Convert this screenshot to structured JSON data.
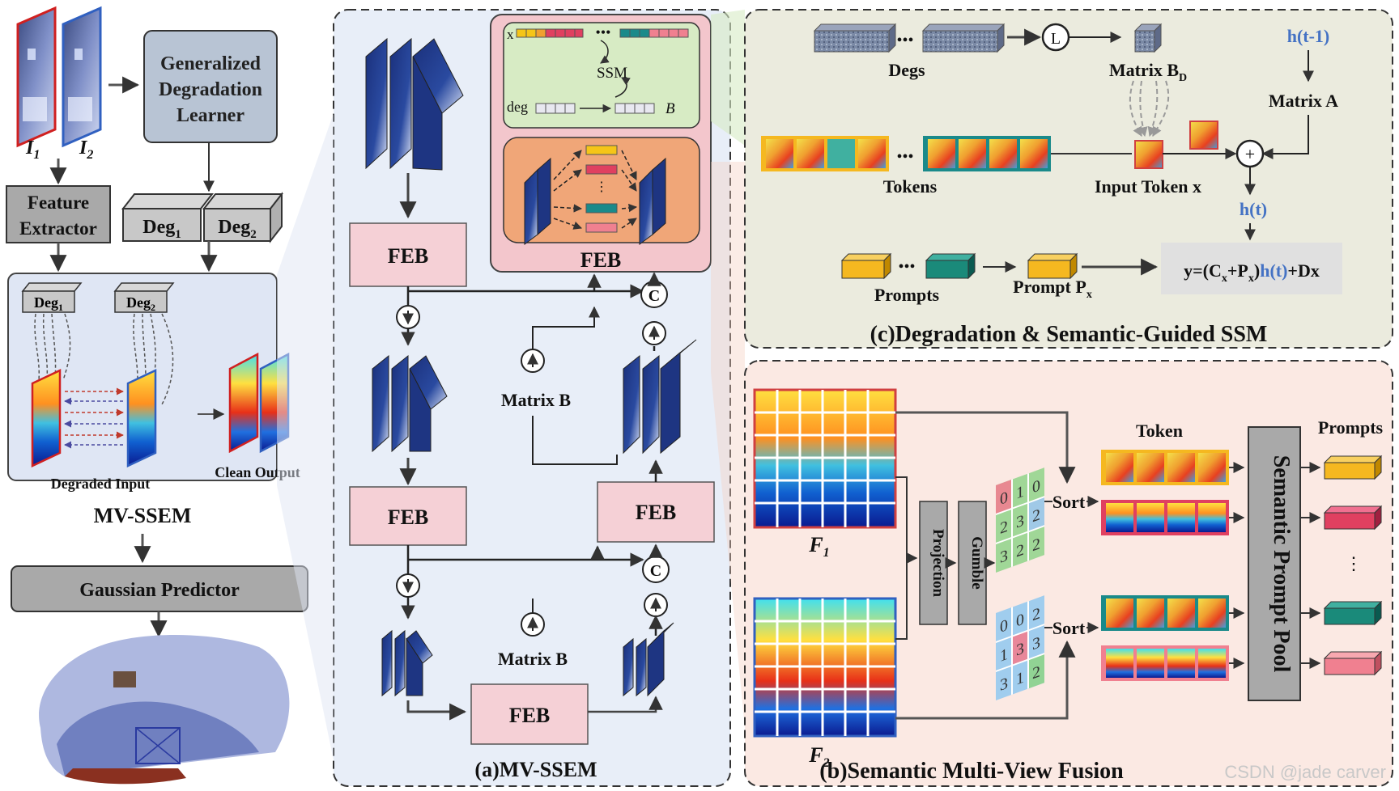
{
  "left_panel": {
    "input_1": "I",
    "input_1_sub": "1",
    "input_2": "I",
    "input_2_sub": "2",
    "gdl_line1": "Generalized",
    "gdl_line2": "Degradation",
    "gdl_line3": "Learner",
    "fe_line1": "Feature",
    "fe_line2": "Extractor",
    "deg1": "Deg",
    "deg1_sub": "1",
    "deg2": "Deg",
    "deg2_sub": "2",
    "mvssem_deg1": "Deg",
    "mvssem_deg1_sub": "1",
    "mvssem_deg2": "Deg",
    "mvssem_deg2_sub": "2",
    "degraded_input": "Degraded Input",
    "clean_output": "Clean Output",
    "mvssem_title": "MV-SSEM",
    "gaussian_predictor": "Gaussian Predictor"
  },
  "panel_a": {
    "title": "(a)MV-SSEM",
    "feb": "FEB",
    "matrix_b": "Matrix B",
    "concat": "C",
    "ssm": "SSM",
    "ssm_x": "x",
    "ssm_deg": "deg",
    "ssm_b": "B"
  },
  "panel_c": {
    "title": "(c)Degradation & Semantic-Guided SSM",
    "degs": "Degs",
    "matrix_bd": "Matrix B",
    "matrix_bd_sub": "D",
    "linear_op": "L",
    "h_prev": "h(t-1)",
    "matrix_a": "Matrix A",
    "tokens": "Tokens",
    "input_token": "Input Token x",
    "plus": "+",
    "h_t": "h(t)",
    "prompts": "Prompts",
    "prompt_px": "Prompt P",
    "prompt_px_sub": "x",
    "eq_part1": "y=(C",
    "eq_sub1": "x",
    "eq_part2": "+P",
    "eq_sub2": "x",
    "eq_part3": ")",
    "eq_ht": "h(t)",
    "eq_part4": "+Dx"
  },
  "panel_b": {
    "title": "(b)Semantic Multi-View Fusion",
    "f1": "F",
    "f1_sub": "1",
    "f2": "F",
    "f2_sub": "2",
    "projection": "Projection",
    "gumble": "Gumble",
    "sort": "Sort",
    "token": "Token",
    "prompts": "Prompts",
    "pool": "Semantic Prompt Pool",
    "grid1": [
      "0",
      "1",
      "0",
      "2",
      "3",
      "2",
      "3",
      "2",
      "2"
    ],
    "grid2": [
      "0",
      "0",
      "2",
      "1",
      "3",
      "3",
      "3",
      "1",
      "2"
    ]
  },
  "watermark": "CSDN @jade carver",
  "colors": {
    "panel_a_bg": "#e8eef8",
    "panel_b_bg": "#fbe9e3",
    "panel_c_bg": "#ebebde",
    "feb_fill": "#f5d0d6",
    "gray_box": "#b8c4d4",
    "dark_gray": "#a9a9a9",
    "blue_text": "#4472c4",
    "ssm_green": "#d7ebc4",
    "orange_box": "#f0a678"
  }
}
